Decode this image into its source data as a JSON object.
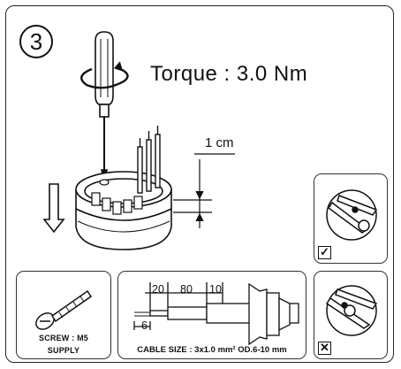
{
  "step_number": "3",
  "torque_label": "Torque : 3.0 Nm",
  "strip_length_label": "1 cm",
  "screw_panel": {
    "line1": "SCREW : M5",
    "line2": "SUPPLY"
  },
  "cable_panel": {
    "dim_a": "20",
    "dim_b": "80",
    "dim_c": "10",
    "dim_d": "6",
    "caption": "CABLE SIZE : 3x1.0 mm² OD.6-10 mm"
  },
  "correct_mark": "✓",
  "incorrect_mark": "✕",
  "icons": [
    "screwdriver-icon",
    "rotation-arrow-icon",
    "down-arrow-icon",
    "screw-icon",
    "cable-gland-icon",
    "check-icon",
    "cross-icon"
  ]
}
